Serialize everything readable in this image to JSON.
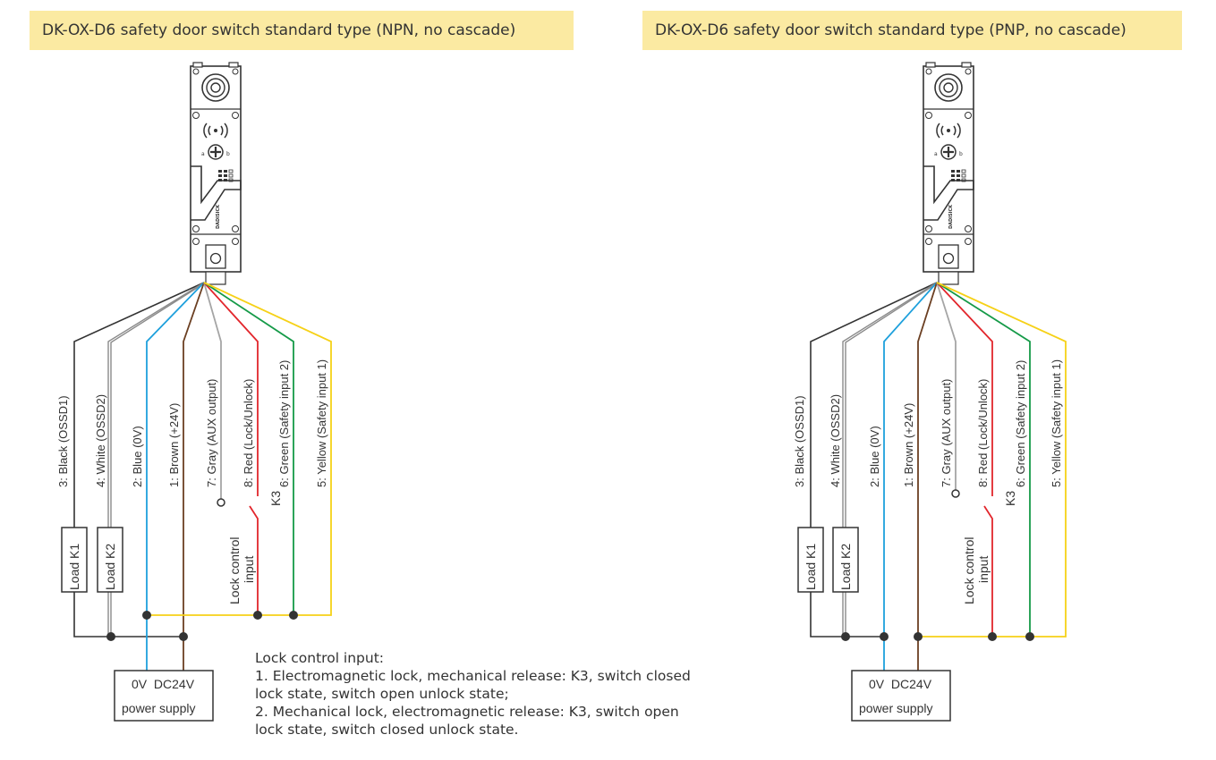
{
  "left": {
    "title": "DK-OX-D6 safety door switch standard type (NPN, no cascade)",
    "wires": {
      "black": "3: Black (OSSD1)",
      "white": "4: White (OSSD2)",
      "blue": "2: Blue (0V)",
      "brown": "1: Brown (+24V)",
      "gray": "7: Gray (AUX output)",
      "red": "8: Red (Lock/Unlock)",
      "green": "6: Green (Safety input 2)",
      "yellow": "5: Yellow (Safety input 1)"
    },
    "load1": "Load  K1",
    "load2": "Load  K2",
    "k3": "K3",
    "lock_label_1": "Lock control",
    "lock_label_2": "input",
    "supply_voltage": "0V  DC24V",
    "supply_label": "power supply"
  },
  "right": {
    "title": "DK-OX-D6 safety door switch standard type (PNP, no cascade)",
    "wires": {
      "black": "3: Black (OSSD1)",
      "white": "4: White (OSSD2)",
      "blue": "2: Blue (0V)",
      "brown": "1: Brown (+24V)",
      "gray": "7: Gray (AUX output)",
      "red": "8: Red (Lock/Unlock)",
      "green": "6: Green (Safety input 2)",
      "yellow": "5: Yellow (Safety input 1)"
    },
    "load1": "Load  K1",
    "load2": "Load  K2",
    "k3": "K3",
    "lock_label_1": "Lock control",
    "lock_label_2": "input",
    "supply_voltage": "0V  DC24V",
    "supply_label": "power supply"
  },
  "note": {
    "heading": "Lock control input:",
    "line1": "1. Electromagnetic lock, mechanical release: K3, switch closed",
    "line2": "lock state, switch open unlock state;",
    "line3": "2. Mechanical lock, electromagnetic release: K3, switch open",
    "line4": "lock state, switch closed unlock state."
  },
  "device": {
    "brand": "DADISICK"
  },
  "colors": {
    "title_bg": "#fbeaa2",
    "black": "#333333",
    "white": "#8a8a8a",
    "blue": "#1ea0dc",
    "brown": "#6b3f22",
    "gray": "#a5a5a5",
    "red": "#e2262c",
    "green": "#159a48",
    "yellow": "#f6d117"
  }
}
